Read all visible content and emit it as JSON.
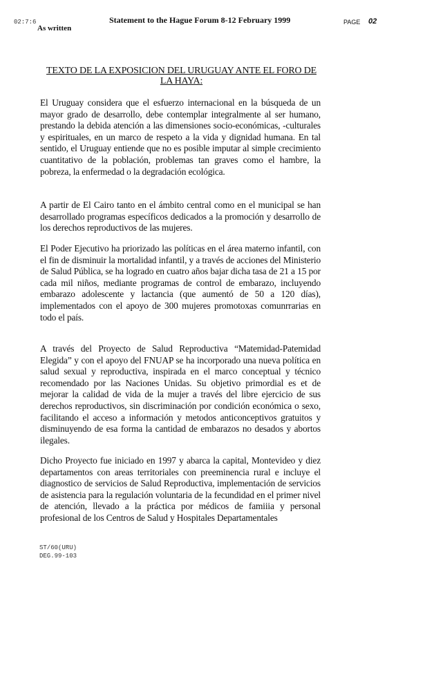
{
  "header": {
    "fax_mark": "02:7:6",
    "title": "Statement to the Hague Forum 8-12 February 1999",
    "as_written": "As written",
    "page_label": "PAGE",
    "page_number": "02"
  },
  "document": {
    "title": "TEXTO DE LA EXPOSICION DEL URUGUAY ANTE EL FORO DE LA HAYA:",
    "paragraphs": [
      "El Uruguay considera que el esfuerzo internacional en la búsqueda de un mayor grado de desarrollo, debe contemplar integralmente al ser humano, prestando la debida atención a las dimensiones socio-económicas, -culturales y espirituales, en un marco de respeto a la vida y dignidad humana. En tal sentido, el Uruguay entiende que no es posible imputar al simple crecimiento cuantitativo de la población, problemas tan graves como el hambre, la pobreza, la enfermedad o la degradación ecológica.",
      "A partir de El Cairo tanto en el ámbito central como en el municipal se han desarrollado programas específicos dedicados a la promoción y desarrollo de los derechos reproductivos de las mujeres.",
      "El Poder Ejecutivo ha priorizado las políticas en el área materno infantil, con el fin de disminuir la mortalidad infantil, y a través de acciones del Ministerio de Salud Pública, se ha logrado en cuatro años bajar dicha tasa de 21 a 15 por cada mil niños, mediante programas de control de embarazo, incluyendo embarazo adolescente y lactancia (que aumentó de 50 a 120 días), implementados con el apoyo de 300 mujeres promotoxas comunrrarias en todo el país.",
      "A través del Proyecto de Salud Reproductiva “Matemidad-Patemidad Elegida” y con el apoyo del FNUAP se ha incorporado una nueva política en salud sexual y reproductiva, inspirada en el marco conceptual y técnico recomendado por las Naciones Unidas. Su objetivo primordial es et de mejorar la calidad de vida de la mujer a través del libre ejercicio de sus derechos reproductivos, sin discriminación por condición económica o sexo, facilitando el acceso a información y metodos anticonceptivos gratuitos y disminuyendo de esa forma la cantidad de embarazos no desados y abortos ilegales.",
      "Dicho Proyecto fue iniciado en 1997 y abarca la capital, Montevideo y diez departamentos con areas territoriales con preeminencia rural e incluye el diagnostico de servicios de Salud Reproductiva, implementación de servicios de asistencia para la regulación voluntaria de la fecundidad en el primer nivel de atención, llevado a la práctica por médicos de famiiia y personal profesional de los Centros de Salud y Hospitales Departamentales"
    ]
  },
  "footer": {
    "ref_code": "ST/60(URU)",
    "doc_code": "DEG.99-103"
  }
}
